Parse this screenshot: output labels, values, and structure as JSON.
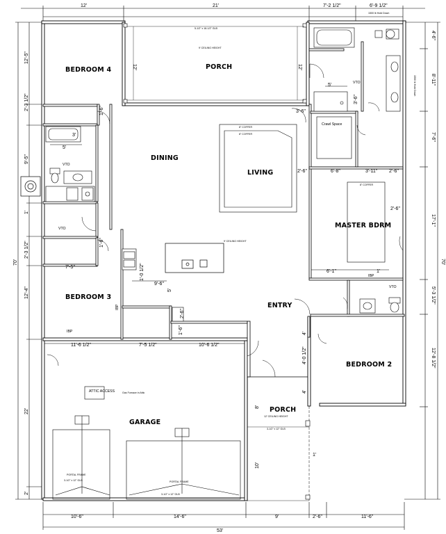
{
  "rooms": {
    "bedroom4": "BEDROOM 4",
    "porch_top": "PORCH",
    "dining": "DINING",
    "living": "LIVING",
    "master": "MASTER BDRM",
    "bedroom3": "BEDROOM 3",
    "entry": "ENTRY",
    "bedroom2": "BEDROOM 2",
    "garage": "GARAGE",
    "porch_front": "PORCH"
  },
  "notes": {
    "porch_ceiling": "9' CEILING HEIGHT",
    "porch_beam": "5-1/2\" x 18-1/2\" GLB",
    "coffer_outer": "8\" COFFER",
    "coffer_inner": "8\" COFFER",
    "master_coffer": "8\" COFFER",
    "main_ceiling": "9' CEILING HEIGHT",
    "front_porch_ceiling": "12' CEILING HEIGHT",
    "front_porch_beam": "3-1/2\" x 12\" GLB",
    "crawl_space": "Crawl Space",
    "attic_access": "ATTIC ACCESS",
    "gas_furnace": "Gas Furnace in Attic",
    "portal_frame_1": "PORTAL FRAME",
    "portal_frame_2": "PORTAL FRAME",
    "glb_1": "3-1/2\" x 12\" GLB",
    "glb_2": "3-1/2\" x 12\" GLB",
    "holddown_1": "1500 lb Hold Down",
    "holddown_2": "1500 lb Hold Down",
    "vto_1": "VTO",
    "vto_2": "VTO",
    "vto_3": "VTO",
    "vto_4": "VTO",
    "ibp_1": "IBP",
    "ibp_2": "IBP",
    "ibp_3": "IBP"
  },
  "dims_top": [
    "12'",
    "21'",
    "7'-2 1/2\"",
    "6'-9 1/2\""
  ],
  "dims_bottom": [
    "10'-6\"",
    "14'-6\"",
    "9'",
    "2'-6\"",
    "11'-6\"",
    "53'"
  ],
  "dims_left": [
    "12'-5\"",
    "2'-3 1/2\"",
    "9'-5\"",
    "1'",
    "2'-3 1/2\"",
    "12'-4\"",
    "22'",
    "2'",
    "70'"
  ],
  "dims_right": [
    "4'-6\"",
    "8'-11\"",
    "7'-6\"",
    "17'-1\"",
    "5'-3 1/2\"",
    "12'-8 1/2\"",
    "70'"
  ],
  "dims_interior": [
    "12'",
    "12'",
    "5'",
    "3'",
    "1'-6\"",
    "5'",
    "3'-6\"",
    "3'-6\"",
    "2'-6\"",
    "6'-8\"",
    "3'-11\"",
    "2'-6\"",
    "2'-6\"",
    "1'-6\"",
    "7'-5\"",
    "1'-0 1/2\"",
    "9'-6\"",
    "5'",
    "6'-1\"",
    "1'",
    "2'-6\"",
    "1'-6\"",
    "11'-6 1/2\"",
    "7'-5 1/2\"",
    "10'-6 1/2\"",
    "4'",
    "4'-0 1/2\"",
    "4'",
    "8'",
    "10'",
    "1'"
  ]
}
